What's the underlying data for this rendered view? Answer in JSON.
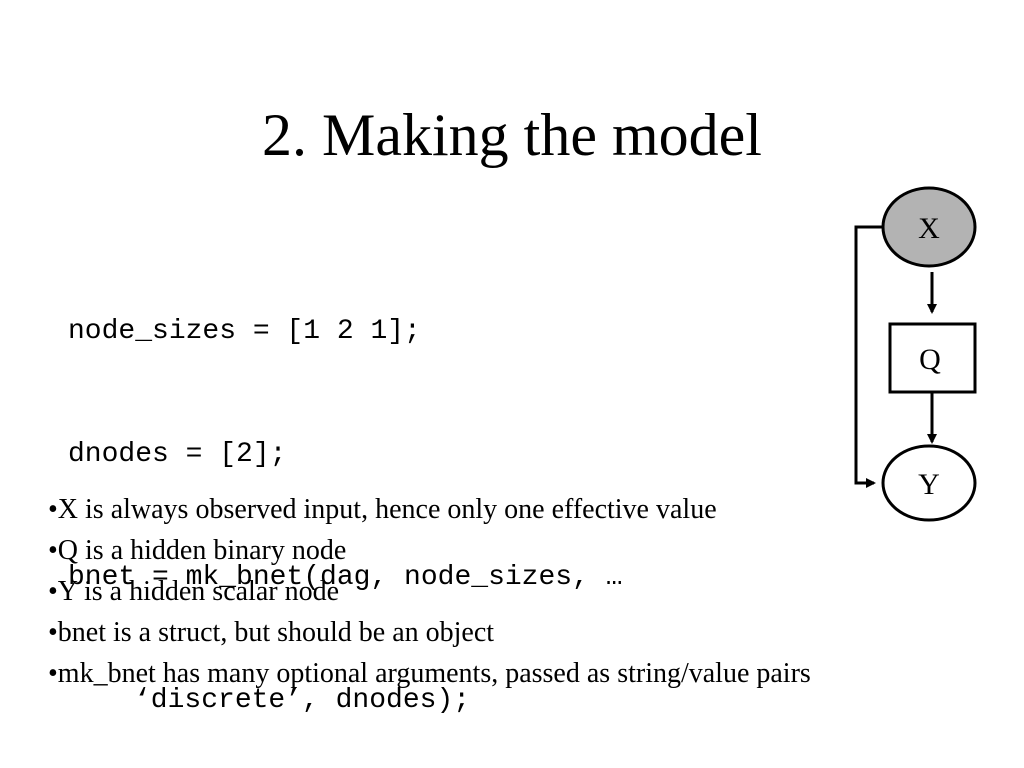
{
  "title": "2. Making the model",
  "code": {
    "lines": [
      "node_sizes = [1 2 1];",
      "dnodes = [2];",
      "bnet = mk_bnet(dag, node_sizes, …",
      "‘discrete’, dnodes);"
    ]
  },
  "diagram": {
    "nodes": {
      "x": {
        "label": "X",
        "shape": "ellipse",
        "fill": "#b3b3b3"
      },
      "q": {
        "label": "Q",
        "shape": "rectangle",
        "fill": "#ffffff"
      },
      "y": {
        "label": "Y",
        "shape": "ellipse",
        "fill": "#ffffff"
      }
    },
    "edges": [
      {
        "from": "X",
        "to": "Q"
      },
      {
        "from": "Q",
        "to": "Y"
      },
      {
        "from": "X",
        "to": "Y"
      }
    ]
  },
  "bullets": [
    "•X is always observed input, hence only one effective value",
    "•Q is a hidden binary node",
    "•Y is a hidden scalar node",
    "•bnet is a struct, but should be an object",
    "•mk_bnet has many optional arguments, passed as string/value pairs"
  ]
}
